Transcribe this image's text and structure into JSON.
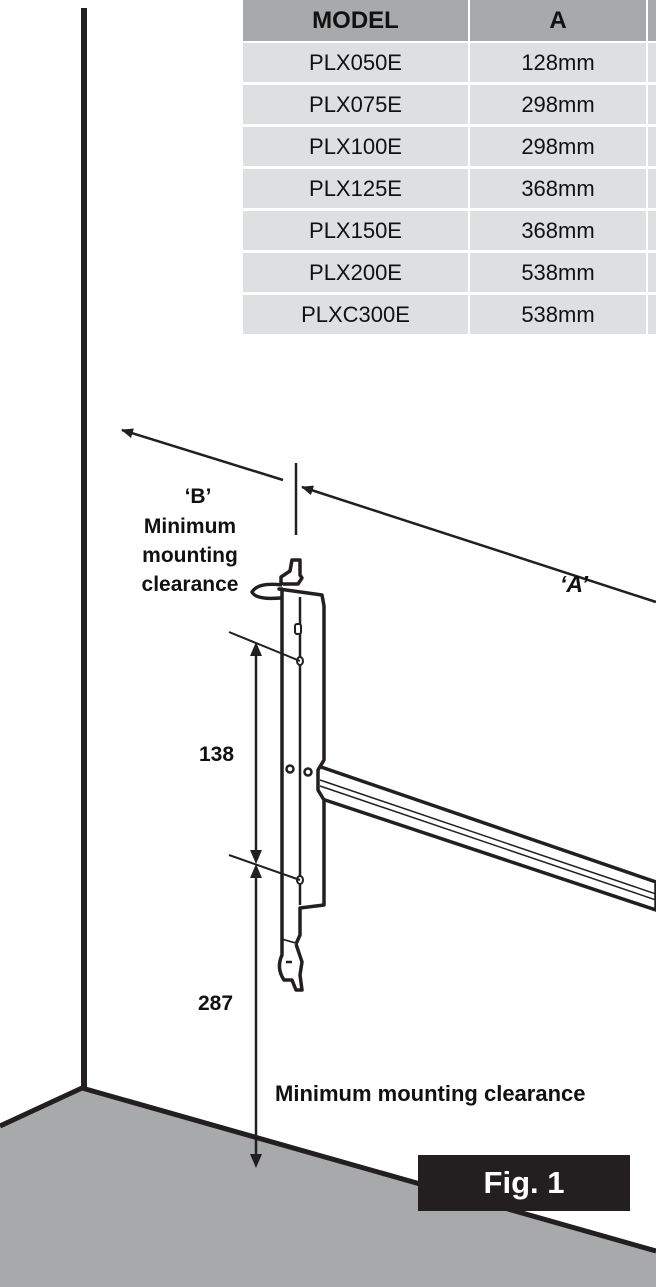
{
  "table": {
    "headers": [
      "MODEL",
      "A",
      ""
    ],
    "rows": [
      {
        "model": "PLX050E",
        "a": "128mm",
        "b": ""
      },
      {
        "model": "PLX075E",
        "a": "298mm",
        "b": ""
      },
      {
        "model": "PLX100E",
        "a": "298mm",
        "b": ""
      },
      {
        "model": "PLX125E",
        "a": "368mm",
        "b": ""
      },
      {
        "model": "PLX150E",
        "a": "368mm",
        "b": ""
      },
      {
        "model": "PLX200E",
        "a": "538mm",
        "b": ""
      },
      {
        "model": "PLXC300E",
        "a": "538mm",
        "b": ""
      }
    ]
  },
  "labels": {
    "b_label": "‘B’",
    "min_clearance_side_lines": [
      "Minimum",
      "mounting",
      "clearance"
    ],
    "a_label": "‘A’",
    "dim_138": "138",
    "dim_287": "287",
    "min_clearance_bottom": "Minimum mounting clearance"
  },
  "figure": {
    "caption": "Fig. 1"
  },
  "colors": {
    "floor_fill": "#a8a9ab",
    "table_header": "#a8a9ab",
    "table_cell": "#dedfe0",
    "ink": "#231f20"
  }
}
